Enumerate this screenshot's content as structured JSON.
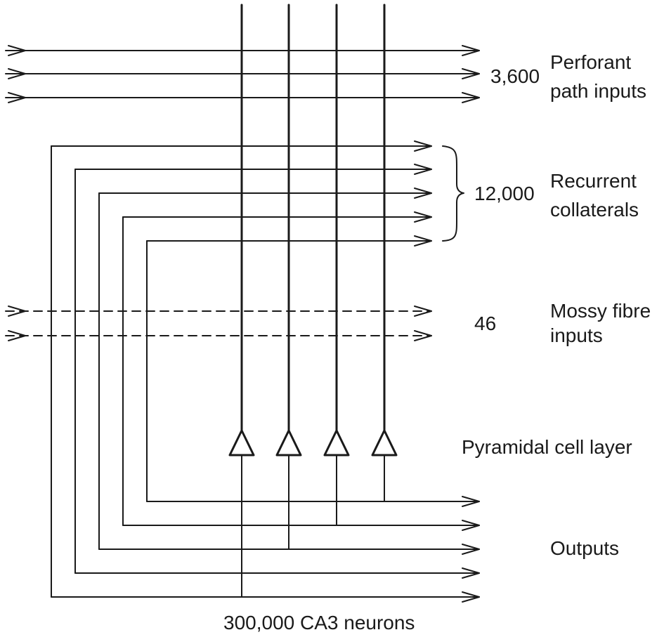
{
  "diagram": {
    "colors": {
      "line": "#1a1a1a",
      "background": "#ffffff"
    },
    "labels": {
      "perforant_count": "3,600",
      "perforant_line1": "Perforant",
      "perforant_line2": "path inputs",
      "recurrent_count": "12,000",
      "recurrent_line1": "Recurrent",
      "recurrent_line2": "collaterals",
      "mossy_count": "46",
      "mossy_line1": "Mossy fibre",
      "mossy_line2": "inputs",
      "pyramidal": "Pyramidal cell layer",
      "outputs": "Outputs",
      "neurons": "300,000 CA3 neurons"
    },
    "input_groups": [
      {
        "name": "perforant-path",
        "count_label": "3,600",
        "line_count": 3,
        "style": "solid"
      },
      {
        "name": "recurrent-collaterals",
        "count_label": "12,000",
        "line_count": 5,
        "style": "solid"
      },
      {
        "name": "mossy-fibre",
        "count_label": "46",
        "line_count": 2,
        "style": "dashed"
      }
    ],
    "pyramidal_cell_count_drawn": 4,
    "output_line_count": 5
  }
}
